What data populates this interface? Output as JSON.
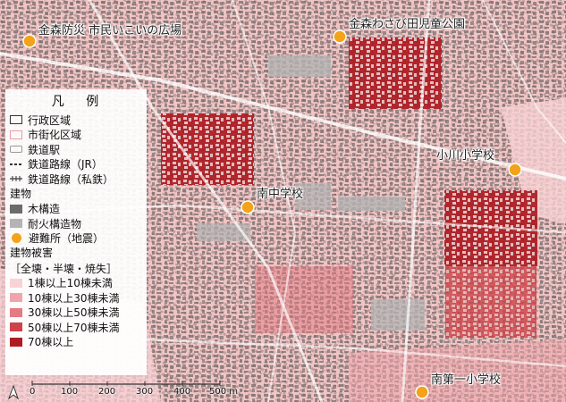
{
  "map": {
    "colors": {
      "base": "#f2c4c4",
      "urban": "#efb9bb",
      "damage_1": "#f8d2d5",
      "damage_2": "#f0a5ab",
      "damage_3": "#e47a82",
      "damage_4": "#cd4349",
      "damage_5": "#ad1c22",
      "wooden": "#6b6b6b",
      "fireproof": "#b4b4b4",
      "shelter": "#f3a21a"
    },
    "shelters": [
      {
        "name": "金森防災 市民いこいの広場"
      },
      {
        "name": "金森わさび田児童公園"
      },
      {
        "name": "小川小学校"
      },
      {
        "name": "南中学校"
      },
      {
        "name": "南第一小学校"
      }
    ]
  },
  "legend": {
    "title": "凡 例",
    "admin_area": "行政区域",
    "urbanization_area": "市街化区域",
    "station": "鉄道駅",
    "rail_jr": "鉄道路線（JR）",
    "rail_private": "鉄道路線（私鉄）",
    "buildings_heading": "建物",
    "wooden": "木構造",
    "fireproof": "耐火構造物",
    "shelter": "避難所（地震）",
    "damage_heading": "建物被害",
    "damage_subheading": "［全壊・半壊・焼失］",
    "damage_classes": [
      "1棟以上10棟未満",
      "10棟以上30棟未満",
      "30棟以上50棟未満",
      "50棟以上70棟未満",
      "70棟以上"
    ]
  },
  "scale_bar": {
    "ticks": [
      "0",
      "100",
      "200",
      "300",
      "400",
      "500 m"
    ]
  }
}
